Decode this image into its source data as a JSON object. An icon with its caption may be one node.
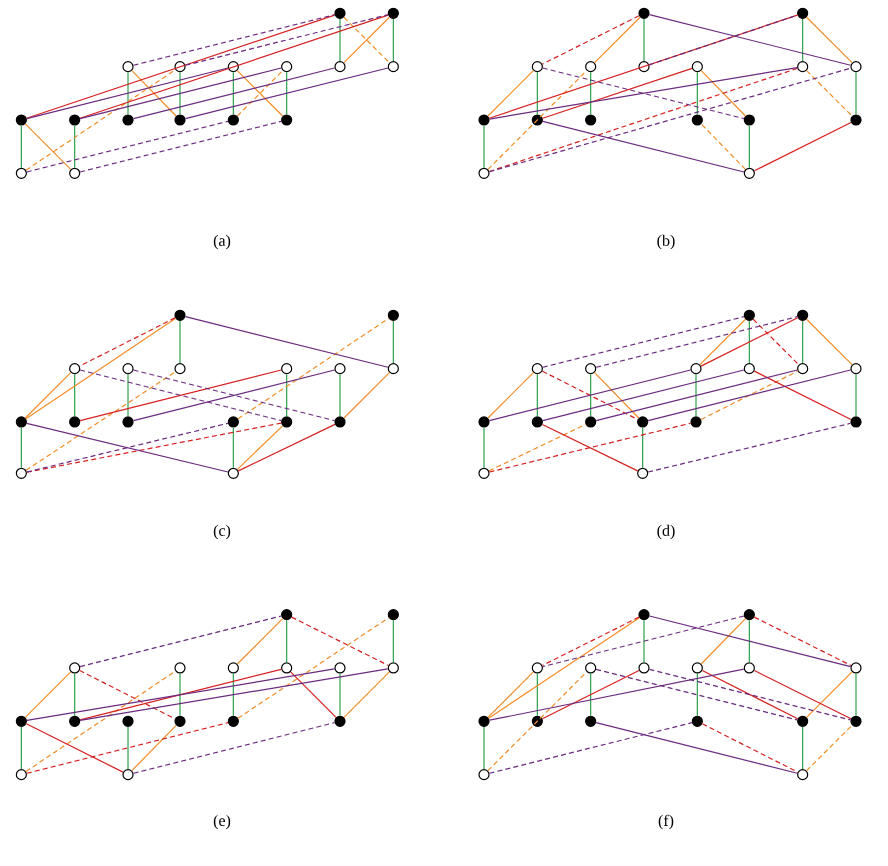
{
  "diagram": {
    "nodes": [
      {
        "text": [],
        "shape": "dot"
      },
      {
        "text": [],
        "shape": "dot"
      },
      {
        "text": [],
        "shape": "circle"
      },
      {
        "text": [],
        "shape": "circle"
      },
      {
        "text": [],
        "shape": "circle"
      },
      {
        "text": [],
        "shape": "circle"
      },
      {
        "text": [],
        "shape": "circle"
      },
      {
        "text": [],
        "shape": "circle"
      },
      {
        "text": [],
        "shape": "dot"
      },
      {
        "text": [],
        "shape": "dot"
      },
      {
        "text": [],
        "shape": "dot"
      },
      {
        "text": [],
        "shape": "dot"
      },
      {
        "text": [],
        "shape": "dot"
      },
      {
        "text": [],
        "shape": "dot"
      },
      {
        "text": [],
        "shape": "circle"
      },
      {
        "text": [],
        "shape": "circle"
      },
      {
        "text": [],
        "shape": "dot"
      },
      {
        "text": [],
        "shape": "dot"
      },
      {
        "text": [],
        "shape": "circle"
      },
      {
        "text": [],
        "shape": "circle"
      },
      {
        "text": [],
        "shape": "circle"
      },
      {
        "text": [],
        "shape": "circle"
      },
      {
        "text": [],
        "shape": "circle"
      },
      {
        "text": [],
        "shape": "circle"
      },
      {
        "text": [],
        "shape": "dot"
      },
      {
        "text": [],
        "shape": "dot"
      },
      {
        "text": [],
        "shape": "dot"
      },
      {
        "text": [],
        "shape": "dot"
      },
      {
        "text": [],
        "shape": "dot"
      },
      {
        "text": [],
        "shape": "dot"
      },
      {
        "text": [],
        "shape": "circle"
      },
      {
        "text": [],
        "shape": "circle"
      },
      {
        "text": [],
        "shape": "dot"
      },
      {
        "text": [],
        "shape": "dot"
      },
      {
        "text": [],
        "shape": "circle"
      },
      {
        "text": [],
        "shape": "circle"
      },
      {
        "text": [],
        "shape": "circle"
      },
      {
        "text": [],
        "shape": "circle"
      },
      {
        "text": [],
        "shape": "circle"
      },
      {
        "text": [],
        "shape": "circle"
      },
      {
        "text": [],
        "shape": "dot"
      },
      {
        "text": [],
        "shape": "dot"
      },
      {
        "text": [],
        "shape": "dot"
      },
      {
        "text": [],
        "shape": "dot"
      },
      {
        "text": [],
        "shape": "dot"
      },
      {
        "text": [],
        "shape": "dot"
      },
      {
        "text": [],
        "shape": "circle"
      },
      {
        "text": [],
        "shape": "circle"
      },
      {
        "text": [],
        "shape": "dot"
      },
      {
        "text": [],
        "shape": "dot"
      },
      {
        "text": [],
        "shape": "circle"
      },
      {
        "text": [],
        "shape": "circle"
      },
      {
        "text": [],
        "shape": "circle"
      },
      {
        "text": [],
        "shape": "circle"
      },
      {
        "text": [],
        "shape": "circle"
      },
      {
        "text": [],
        "shape": "circle"
      },
      {
        "text": [],
        "shape": "dot"
      },
      {
        "text": [],
        "shape": "dot"
      },
      {
        "text": [],
        "shape": "dot"
      },
      {
        "text": [],
        "shape": "dot"
      },
      {
        "text": [],
        "shape": "dot"
      },
      {
        "text": [],
        "shape": "dot"
      },
      {
        "text": [],
        "shape": "circle"
      },
      {
        "text": [],
        "shape": "circle"
      },
      {
        "text": [],
        "shape": "dot"
      },
      {
        "text": [],
        "shape": "dot"
      },
      {
        "text": [],
        "shape": "circle"
      },
      {
        "text": [],
        "shape": "circle"
      },
      {
        "text": [],
        "shape": "circle"
      },
      {
        "text": [],
        "shape": "circle"
      },
      {
        "text": [],
        "shape": "circle"
      },
      {
        "text": [],
        "shape": "circle"
      },
      {
        "text": [],
        "shape": "dot"
      },
      {
        "text": [],
        "shape": "dot"
      },
      {
        "text": [],
        "shape": "dot"
      },
      {
        "text": [],
        "shape": "dot"
      },
      {
        "text": [],
        "shape": "dot"
      },
      {
        "text": [],
        "shape": "dot"
      },
      {
        "text": [],
        "shape": "circle"
      },
      {
        "text": [],
        "shape": "circle"
      },
      {
        "text": [],
        "shape": "dot"
      },
      {
        "text": [],
        "shape": "dot"
      },
      {
        "text": [],
        "shape": "circle"
      },
      {
        "text": [],
        "shape": "circle"
      },
      {
        "text": [],
        "shape": "circle"
      },
      {
        "text": [],
        "shape": "circle"
      },
      {
        "text": [],
        "shape": "circle"
      },
      {
        "text": [],
        "shape": "circle"
      },
      {
        "text": [],
        "shape": "dot"
      },
      {
        "text": [],
        "shape": "dot"
      },
      {
        "text": [],
        "shape": "dot"
      },
      {
        "text": [],
        "shape": "dot"
      },
      {
        "text": [],
        "shape": "dot"
      },
      {
        "text": [],
        "shape": "dot"
      },
      {
        "text": [],
        "shape": "circle"
      },
      {
        "text": [],
        "shape": "circle"
      }
    ],
    "edges": [
      {
        "from": 0,
        "to": 6,
        "arrow": "none",
        "color": "#2ca04a"
      },
      {
        "from": 1,
        "to": 7,
        "arrow": "none",
        "color": "#2ca04a"
      },
      {
        "from": 2,
        "to": 10,
        "arrow": "none",
        "color": "#2ca04a"
      },
      {
        "from": 3,
        "to": 11,
        "arrow": "none",
        "color": "#2ca04a"
      },
      {
        "from": 4,
        "to": 12,
        "arrow": "none",
        "color": "#2ca04a"
      },
      {
        "from": 5,
        "to": 13,
        "arrow": "none",
        "color": "#2ca04a"
      },
      {
        "from": 8,
        "to": 14,
        "arrow": "none",
        "color": "#2ca04a"
      },
      {
        "from": 9,
        "to": 15,
        "arrow": "none",
        "color": "#2ca04a"
      },
      {
        "from": 1,
        "to": 6,
        "arrow": "none",
        "color": "#f28c28"
      },
      {
        "from": 2,
        "to": 11,
        "arrow": "none",
        "color": "#f28c28"
      },
      {
        "from": 4,
        "to": 13,
        "arrow": "none",
        "color": "#f28c28"
      },
      {
        "from": 8,
        "to": 15,
        "arrow": "none",
        "color": "#f28c28"
      },
      {
        "from": 14,
        "to": 3,
        "arrow": "none",
        "color": "#f28c28",
        "style": "dashed"
      },
      {
        "from": 12,
        "to": 5,
        "arrow": "none",
        "color": "#f28c28",
        "style": "dashed"
      },
      {
        "from": 0,
        "to": 7,
        "arrow": "none",
        "color": "#f28c28",
        "style": "dashed"
      },
      {
        "from": 8,
        "to": 0,
        "arrow": "none",
        "color": "#d62020"
      },
      {
        "from": 9,
        "to": 1,
        "arrow": "none",
        "color": "#d62020"
      },
      {
        "from": 8,
        "to": 4,
        "arrow": "none",
        "color": "#6b2a7f"
      },
      {
        "from": 9,
        "to": 5,
        "arrow": "none",
        "color": "#6b2a7f"
      },
      {
        "from": 10,
        "to": 6,
        "arrow": "none",
        "color": "#6b2a7f"
      },
      {
        "from": 11,
        "to": 7,
        "arrow": "none",
        "color": "#6b2a7f"
      },
      {
        "from": 2,
        "to": 0,
        "arrow": "none",
        "color": "#6b2a7f",
        "style": "dashed"
      },
      {
        "from": 3,
        "to": 1,
        "arrow": "none",
        "color": "#6b2a7f",
        "style": "dashed"
      },
      {
        "from": 14,
        "to": 12,
        "arrow": "none",
        "color": "#6b2a7f",
        "style": "dashed"
      },
      {
        "from": 15,
        "to": 13,
        "arrow": "none",
        "color": "#6b2a7f",
        "style": "dashed"
      },
      {
        "from": 16,
        "to": 20,
        "arrow": "none",
        "color": "#2ca04a"
      },
      {
        "from": 17,
        "to": 22,
        "arrow": "none",
        "color": "#2ca04a"
      },
      {
        "from": 18,
        "to": 25,
        "arrow": "none",
        "color": "#2ca04a"
      },
      {
        "from": 19,
        "to": 26,
        "arrow": "none",
        "color": "#2ca04a"
      },
      {
        "from": 21,
        "to": 27,
        "arrow": "none",
        "color": "#2ca04a"
      },
      {
        "from": 23,
        "to": 29,
        "arrow": "none",
        "color": "#2ca04a"
      },
      {
        "from": 24,
        "to": 30,
        "arrow": "none",
        "color": "#2ca04a"
      },
      {
        "from": 28,
        "to": 31,
        "arrow": "none",
        "color": "#2ca04a"
      },
      {
        "from": 16,
        "to": 19,
        "arrow": "none",
        "color": "#f28c28"
      },
      {
        "from": 17,
        "to": 23,
        "arrow": "none",
        "color": "#f28c28"
      },
      {
        "from": 18,
        "to": 24,
        "arrow": "none",
        "color": "#f28c28"
      },
      {
        "from": 21,
        "to": 28,
        "arrow": "none",
        "color": "#f28c28"
      },
      {
        "from": 30,
        "to": 19,
        "arrow": "none",
        "color": "#f28c28",
        "style": "dashed"
      },
      {
        "from": 31,
        "to": 27,
        "arrow": "none",
        "color": "#f28c28",
        "style": "dashed"
      },
      {
        "from": 22,
        "to": 29,
        "arrow": "none",
        "color": "#f28c28",
        "style": "dashed"
      },
      {
        "from": 24,
        "to": 17,
        "arrow": "none",
        "color": "#d62020"
      },
      {
        "from": 25,
        "to": 21,
        "arrow": "none",
        "color": "#d62020"
      },
      {
        "from": 31,
        "to": 29,
        "arrow": "none",
        "color": "#d62020"
      },
      {
        "from": 16,
        "to": 18,
        "arrow": "none",
        "color": "#d62020",
        "style": "dashed"
      },
      {
        "from": 30,
        "to": 22,
        "arrow": "none",
        "color": "#d62020",
        "style": "dashed"
      },
      {
        "from": 16,
        "to": 23,
        "arrow": "none",
        "color": "#6b2a7f"
      },
      {
        "from": 25,
        "to": 31,
        "arrow": "none",
        "color": "#6b2a7f"
      },
      {
        "from": 24,
        "to": 22,
        "arrow": "none",
        "color": "#6b2a7f"
      },
      {
        "from": 20,
        "to": 17,
        "arrow": "none",
        "color": "#6b2a7f",
        "style": "dashed"
      },
      {
        "from": 30,
        "to": 23,
        "arrow": "none",
        "color": "#6b2a7f",
        "style": "dashed"
      },
      {
        "from": 18,
        "to": 28,
        "arrow": "none",
        "color": "#6b2a7f",
        "style": "dashed"
      },
      {
        "from": 32,
        "to": 36,
        "arrow": "none",
        "color": "#2ca04a"
      },
      {
        "from": 33,
        "to": 39,
        "arrow": "none",
        "color": "#2ca04a"
      },
      {
        "from": 34,
        "to": 41,
        "arrow": "none",
        "color": "#2ca04a"
      },
      {
        "from": 35,
        "to": 42,
        "arrow": "none",
        "color": "#2ca04a"
      },
      {
        "from": 37,
        "to": 44,
        "arrow": "none",
        "color": "#2ca04a"
      },
      {
        "from": 38,
        "to": 45,
        "arrow": "none",
        "color": "#2ca04a"
      },
      {
        "from": 40,
        "to": 46,
        "arrow": "none",
        "color": "#2ca04a"
      },
      {
        "from": 43,
        "to": 47,
        "arrow": "none",
        "color": "#2ca04a"
      },
      {
        "from": 32,
        "to": 40,
        "arrow": "none",
        "color": "#f28c28"
      },
      {
        "from": 34,
        "to": 40,
        "arrow": "none",
        "color": "#f28c28"
      },
      {
        "from": 39,
        "to": 45,
        "arrow": "none",
        "color": "#f28c28"
      },
      {
        "from": 47,
        "to": 44,
        "arrow": "none",
        "color": "#f28c28"
      },
      {
        "from": 46,
        "to": 36,
        "arrow": "none",
        "color": "#f28c28",
        "style": "dashed"
      },
      {
        "from": 43,
        "to": 33,
        "arrow": "none",
        "color": "#f28c28",
        "style": "dashed"
      },
      {
        "from": 41,
        "to": 37,
        "arrow": "none",
        "color": "#d62020"
      },
      {
        "from": 47,
        "to": 45,
        "arrow": "none",
        "color": "#d62020"
      },
      {
        "from": 32,
        "to": 34,
        "arrow": "none",
        "color": "#d62020",
        "style": "dashed"
      },
      {
        "from": 46,
        "to": 44,
        "arrow": "none",
        "color": "#d62020",
        "style": "dashed"
      },
      {
        "from": 32,
        "to": 39,
        "arrow": "none",
        "color": "#6b2a7f"
      },
      {
        "from": 40,
        "to": 47,
        "arrow": "none",
        "color": "#6b2a7f"
      },
      {
        "from": 42,
        "to": 38,
        "arrow": "none",
        "color": "#6b2a7f"
      },
      {
        "from": 46,
        "to": 43,
        "arrow": "none",
        "color": "#6b2a7f",
        "style": "dashed"
      },
      {
        "from": 34,
        "to": 44,
        "arrow": "none",
        "color": "#6b2a7f",
        "style": "dashed"
      },
      {
        "from": 35,
        "to": 45,
        "arrow": "none",
        "color": "#6b2a7f",
        "style": "dashed"
      },
      {
        "from": 48,
        "to": 53,
        "arrow": "none",
        "color": "#2ca04a"
      },
      {
        "from": 49,
        "to": 54,
        "arrow": "none",
        "color": "#2ca04a"
      },
      {
        "from": 50,
        "to": 57,
        "arrow": "none",
        "color": "#2ca04a"
      },
      {
        "from": 51,
        "to": 58,
        "arrow": "none",
        "color": "#2ca04a"
      },
      {
        "from": 52,
        "to": 60,
        "arrow": "none",
        "color": "#2ca04a"
      },
      {
        "from": 55,
        "to": 61,
        "arrow": "none",
        "color": "#2ca04a"
      },
      {
        "from": 56,
        "to": 62,
        "arrow": "none",
        "color": "#2ca04a"
      },
      {
        "from": 59,
        "to": 63,
        "arrow": "none",
        "color": "#2ca04a"
      },
      {
        "from": 50,
        "to": 56,
        "arrow": "none",
        "color": "#f28c28"
      },
      {
        "from": 51,
        "to": 59,
        "arrow": "none",
        "color": "#f28c28"
      },
      {
        "from": 48,
        "to": 52,
        "arrow": "none",
        "color": "#f28c28"
      },
      {
        "from": 49,
        "to": 55,
        "arrow": "none",
        "color": "#f28c28"
      },
      {
        "from": 62,
        "to": 58,
        "arrow": "none",
        "color": "#f28c28",
        "style": "dashed"
      },
      {
        "from": 60,
        "to": 54,
        "arrow": "none",
        "color": "#f28c28",
        "style": "dashed"
      },
      {
        "from": 52,
        "to": 49,
        "arrow": "none",
        "color": "#d62020"
      },
      {
        "from": 57,
        "to": 63,
        "arrow": "none",
        "color": "#d62020"
      },
      {
        "from": 53,
        "to": 61,
        "arrow": "none",
        "color": "#d62020"
      },
      {
        "from": 50,
        "to": 59,
        "arrow": "none",
        "color": "#d62020",
        "style": "dashed"
      },
      {
        "from": 62,
        "to": 60,
        "arrow": "none",
        "color": "#d62020",
        "style": "dashed"
      },
      {
        "from": 48,
        "to": 54,
        "arrow": "none",
        "color": "#d62020",
        "style": "dashed"
      },
      {
        "from": 56,
        "to": 52,
        "arrow": "none",
        "color": "#6b2a7f"
      },
      {
        "from": 57,
        "to": 53,
        "arrow": "none",
        "color": "#6b2a7f"
      },
      {
        "from": 58,
        "to": 54,
        "arrow": "none",
        "color": "#6b2a7f"
      },
      {
        "from": 59,
        "to": 55,
        "arrow": "none",
        "color": "#6b2a7f"
      },
      {
        "from": 50,
        "to": 48,
        "arrow": "none",
        "color": "#6b2a7f",
        "style": "dashed"
      },
      {
        "from": 51,
        "to": 49,
        "arrow": "none",
        "color": "#6b2a7f",
        "style": "dashed"
      },
      {
        "from": 63,
        "to": 61,
        "arrow": "none",
        "color": "#6b2a7f",
        "style": "dashed"
      },
      {
        "from": 64,
        "to": 69,
        "arrow": "none",
        "color": "#2ca04a"
      },
      {
        "from": 65,
        "to": 71,
        "arrow": "none",
        "color": "#2ca04a"
      },
      {
        "from": 66,
        "to": 73,
        "arrow": "none",
        "color": "#2ca04a"
      },
      {
        "from": 67,
        "to": 75,
        "arrow": "none",
        "color": "#2ca04a"
      },
      {
        "from": 68,
        "to": 76,
        "arrow": "none",
        "color": "#2ca04a"
      },
      {
        "from": 70,
        "to": 77,
        "arrow": "none",
        "color": "#2ca04a"
      },
      {
        "from": 72,
        "to": 78,
        "arrow": "none",
        "color": "#2ca04a"
      },
      {
        "from": 74,
        "to": 79,
        "arrow": "none",
        "color": "#2ca04a"
      },
      {
        "from": 66,
        "to": 72,
        "arrow": "none",
        "color": "#f28c28"
      },
      {
        "from": 64,
        "to": 68,
        "arrow": "none",
        "color": "#f28c28"
      },
      {
        "from": 71,
        "to": 77,
        "arrow": "none",
        "color": "#f28c28"
      },
      {
        "from": 75,
        "to": 79,
        "arrow": "none",
        "color": "#f28c28"
      },
      {
        "from": 78,
        "to": 67,
        "arrow": "none",
        "color": "#f28c28",
        "style": "dashed"
      },
      {
        "from": 76,
        "to": 65,
        "arrow": "none",
        "color": "#f28c28",
        "style": "dashed"
      },
      {
        "from": 72,
        "to": 79,
        "arrow": "none",
        "color": "#d62020"
      },
      {
        "from": 73,
        "to": 69,
        "arrow": "none",
        "color": "#d62020"
      },
      {
        "from": 69,
        "to": 77,
        "arrow": "none",
        "color": "#d62020"
      },
      {
        "from": 66,
        "to": 75,
        "arrow": "none",
        "color": "#d62020",
        "style": "dashed"
      },
      {
        "from": 64,
        "to": 71,
        "arrow": "none",
        "color": "#d62020",
        "style": "dashed"
      },
      {
        "from": 78,
        "to": 76,
        "arrow": "none",
        "color": "#d62020",
        "style": "dashed"
      },
      {
        "from": 72,
        "to": 70,
        "arrow": "none",
        "color": "#6b2a7f"
      },
      {
        "from": 73,
        "to": 71,
        "arrow": "none",
        "color": "#6b2a7f"
      },
      {
        "from": 66,
        "to": 64,
        "arrow": "none",
        "color": "#6b2a7f",
        "style": "dashed"
      },
      {
        "from": 79,
        "to": 77,
        "arrow": "none",
        "color": "#6b2a7f",
        "style": "dashed"
      },
      {
        "from": 80,
        "to": 84,
        "arrow": "none",
        "color": "#2ca04a"
      },
      {
        "from": 81,
        "to": 86,
        "arrow": "none",
        "color": "#2ca04a"
      },
      {
        "from": 82,
        "to": 89,
        "arrow": "none",
        "color": "#2ca04a"
      },
      {
        "from": 83,
        "to": 90,
        "arrow": "none",
        "color": "#2ca04a"
      },
      {
        "from": 85,
        "to": 91,
        "arrow": "none",
        "color": "#2ca04a"
      },
      {
        "from": 87,
        "to": 93,
        "arrow": "none",
        "color": "#2ca04a"
      },
      {
        "from": 88,
        "to": 94,
        "arrow": "none",
        "color": "#2ca04a"
      },
      {
        "from": 92,
        "to": 95,
        "arrow": "none",
        "color": "#2ca04a"
      },
      {
        "from": 80,
        "to": 88,
        "arrow": "none",
        "color": "#f28c28"
      },
      {
        "from": 82,
        "to": 88,
        "arrow": "none",
        "color": "#f28c28"
      },
      {
        "from": 81,
        "to": 85,
        "arrow": "none",
        "color": "#f28c28"
      },
      {
        "from": 87,
        "to": 92,
        "arrow": "none",
        "color": "#f28c28"
      },
      {
        "from": 94,
        "to": 83,
        "arrow": "none",
        "color": "#f28c28",
        "style": "dashed"
      },
      {
        "from": 95,
        "to": 93,
        "arrow": "none",
        "color": "#f28c28",
        "style": "dashed"
      },
      {
        "from": 89,
        "to": 84,
        "arrow": "none",
        "color": "#d62020"
      },
      {
        "from": 85,
        "to": 92,
        "arrow": "none",
        "color": "#d62020"
      },
      {
        "from": 86,
        "to": 93,
        "arrow": "none",
        "color": "#d62020"
      },
      {
        "from": 80,
        "to": 82,
        "arrow": "none",
        "color": "#d62020",
        "style": "dashed"
      },
      {
        "from": 81,
        "to": 87,
        "arrow": "none",
        "color": "#d62020",
        "style": "dashed"
      },
      {
        "from": 91,
        "to": 95,
        "arrow": "none",
        "color": "#d62020",
        "style": "dashed"
      },
      {
        "from": 80,
        "to": 87,
        "arrow": "none",
        "color": "#6b2a7f"
      },
      {
        "from": 90,
        "to": 95,
        "arrow": "none",
        "color": "#6b2a7f"
      },
      {
        "from": 88,
        "to": 86,
        "arrow": "none",
        "color": "#6b2a7f"
      },
      {
        "from": 81,
        "to": 82,
        "arrow": "none",
        "color": "#6b2a7f",
        "style": "dashed"
      },
      {
        "from": 94,
        "to": 91,
        "arrow": "none",
        "color": "#6b2a7f",
        "style": "dashed"
      },
      {
        "from": 83,
        "to": 92,
        "arrow": "none",
        "color": "#6b2a7f",
        "style": "dashed"
      },
      {
        "from": 84,
        "to": 93,
        "arrow": "none",
        "color": "#6b2a7f",
        "style": "dashed"
      }
    ],
    "labels": [
      "(a)",
      "(b)",
      "(c)",
      "(d)",
      "(e)",
      "(f)"
    ]
  }
}
